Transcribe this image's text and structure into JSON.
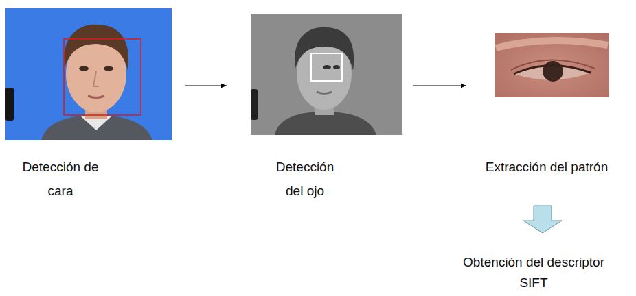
{
  "diagram": {
    "nodes": [
      {
        "text": [
          "Detección de cara"
        ]
      },
      {
        "text": [
          "Detección del ojo"
        ]
      },
      {
        "text": [
          "Extracción del patrón"
        ]
      },
      {
        "text": [
          "Obtención del descriptor SIFT"
        ]
      }
    ],
    "edges": [
      {
        "from": 0,
        "to": 1,
        "arrow": "to"
      },
      {
        "from": 1,
        "to": 2,
        "arrow": "to"
      },
      {
        "from": 2,
        "to": 3,
        "arrow": "to"
      }
    ]
  }
}
